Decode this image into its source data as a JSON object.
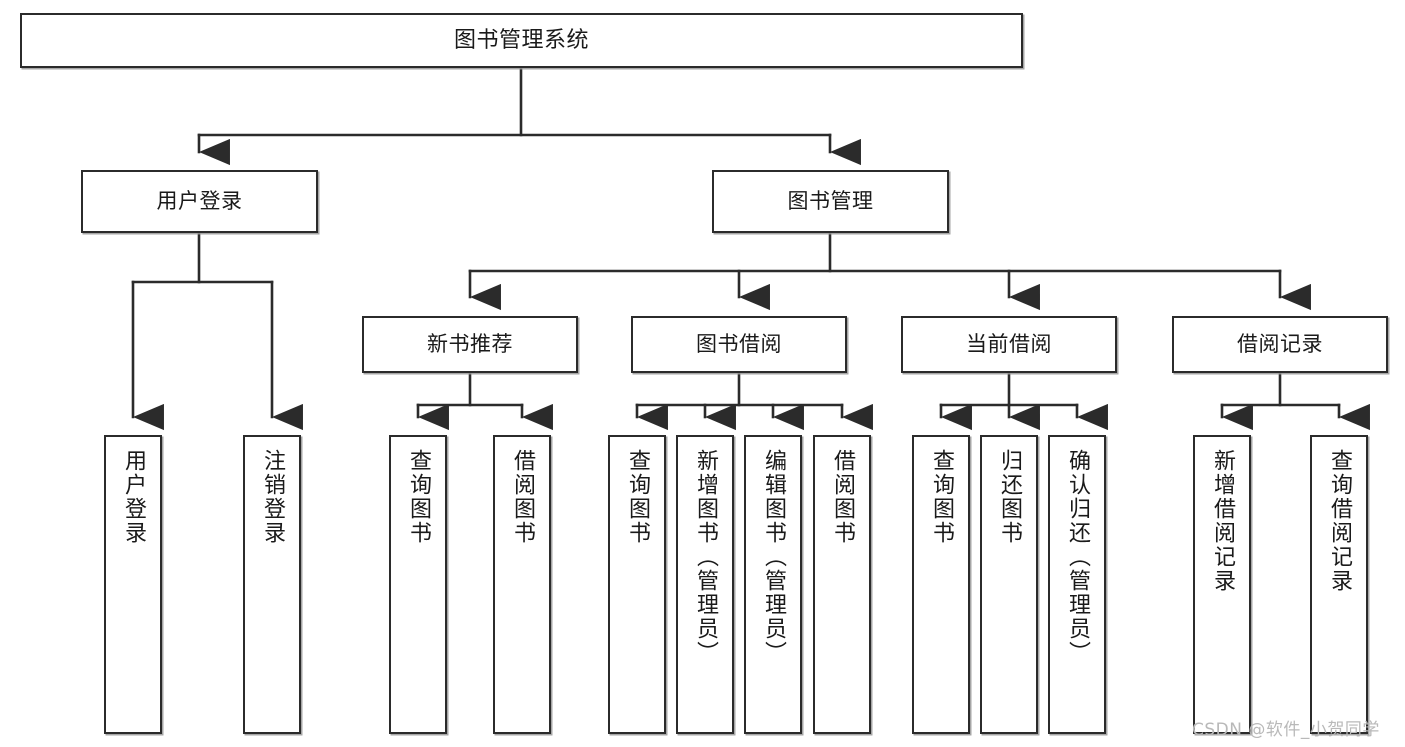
{
  "diagram": {
    "title": "图书管理系统",
    "type": "tree-hierarchy-chart",
    "background_color": "#ffffff",
    "line_color": "#2b2b2b",
    "box_fill": "#ffffff",
    "text_color": "#1a1a1a",
    "root": {
      "label": "图书管理系统",
      "children": [
        {
          "label": "用户登录",
          "children": [
            {
              "label": "用户登录"
            },
            {
              "label": "注销登录"
            }
          ]
        },
        {
          "label": "图书管理",
          "children": [
            {
              "label": "新书推荐",
              "children": [
                {
                  "label": "查询图书"
                },
                {
                  "label": "借阅图书"
                }
              ]
            },
            {
              "label": "图书借阅",
              "children": [
                {
                  "label": "查询图书"
                },
                {
                  "label": "新增图书（管理员）"
                },
                {
                  "label": "编辑图书（管理员）"
                },
                {
                  "label": "借阅图书"
                }
              ]
            },
            {
              "label": "当前借阅",
              "children": [
                {
                  "label": "查询图书"
                },
                {
                  "label": "归还图书"
                },
                {
                  "label": "确认归还（管理员）"
                }
              ]
            },
            {
              "label": "借阅记录",
              "children": [
                {
                  "label": "新增借阅记录"
                },
                {
                  "label": "查询借阅记录"
                }
              ]
            }
          ]
        }
      ]
    },
    "nodes": {
      "root": "图书管理系统",
      "l2_user_login": "用户登录",
      "l2_book_manage": "图书管理",
      "l3_new_book_rec": "新书推荐",
      "l3_book_borrow": "图书借阅",
      "l3_current_borrow": "当前借阅",
      "l3_borrow_record": "借阅记录",
      "leaf_user_login": "用户登录",
      "leaf_logout": "注销登录",
      "leaf_rec_query_book": "查询图书",
      "leaf_rec_borrow_book": "借阅图书",
      "leaf_borrow_query_book": "查询图书",
      "leaf_borrow_add_book": "新增图书（管理员）",
      "leaf_borrow_edit_book": "编辑图书（管理员）",
      "leaf_borrow_borrow_book": "借阅图书",
      "leaf_cur_query_book": "查询图书",
      "leaf_cur_return_book": "归还图书",
      "leaf_cur_confirm_return": "确认归还（管理员）",
      "leaf_rec_add_record": "新增借阅记录",
      "leaf_rec_query_record": "查询借阅记录"
    }
  },
  "watermark": {
    "text": "CSDN @软件_小贺同学",
    "color": "#b9b9b9"
  }
}
